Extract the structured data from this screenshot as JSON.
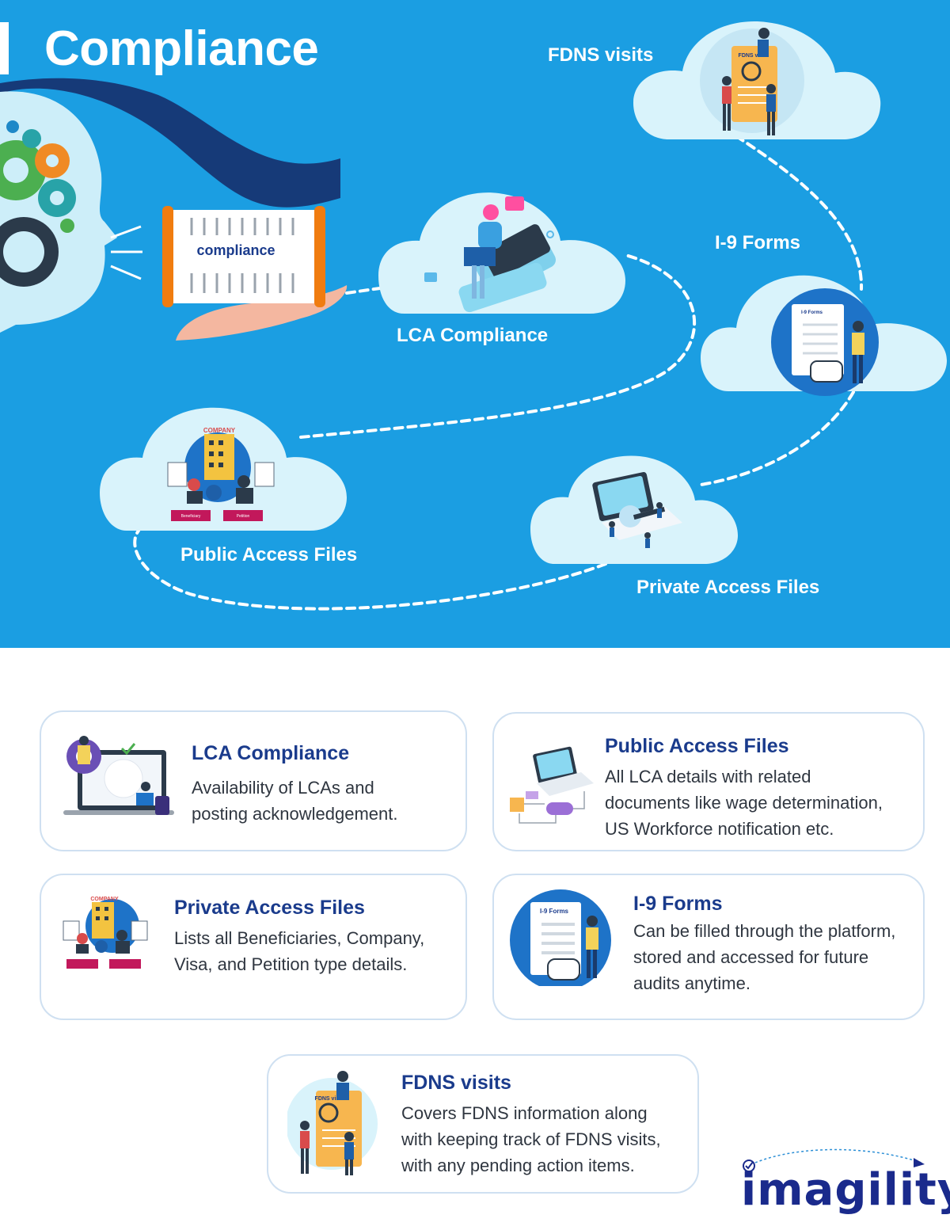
{
  "hero": {
    "title": "Compliance",
    "scroll_text": "compliance",
    "clouds": {
      "fdns": {
        "label": "FDNS visits",
        "mini_doc_text": "FDNS visits"
      },
      "i9": {
        "label": "I-9 Forms",
        "mini_doc_text": "I-9 Forms"
      },
      "lca": {
        "label": "LCA Compliance"
      },
      "public": {
        "label": "Public Access Files",
        "company_text": "COMPANY",
        "desk_left": "Beneficiary",
        "desk_right": "Petition"
      },
      "private": {
        "label": "Private Access Files"
      }
    }
  },
  "cards": {
    "lca": {
      "title": "LCA Compliance",
      "line1": "Availability of LCAs and",
      "line2": "posting acknowledgement."
    },
    "public": {
      "title": "Public Access Files",
      "line1": "All LCA details with related",
      "line2": "documents like wage determination,",
      "line3": "US Workforce notification etc."
    },
    "private": {
      "title": "Private Access Files",
      "line1": "Lists all Beneficiaries, Company,",
      "line2": "Visa, and Petition type details.",
      "company_text": "COMPANY"
    },
    "i9": {
      "title": "I-9 Forms",
      "line1": "Can be filled through the platform,",
      "line2": "stored and accessed for future",
      "line3": "audits anytime.",
      "doc_text": "I-9 Forms"
    },
    "fdns": {
      "title": "FDNS visits",
      "line1": "Covers FDNS information along",
      "line2": "with keeping track of FDNS visits,",
      "line3": "with any pending action items.",
      "doc_text": "FDNS visits"
    }
  },
  "logo": {
    "text": "imagility"
  },
  "colors": {
    "hero_bg": "#1b9ee2",
    "cloud": "#d9f3fb",
    "title_dark": "#1a3b8c",
    "orange": "#f7b64f",
    "scroll_orange": "#f07c10",
    "logo_blue": "#1a2a8c",
    "logo_accent": "#2c8fd6"
  }
}
